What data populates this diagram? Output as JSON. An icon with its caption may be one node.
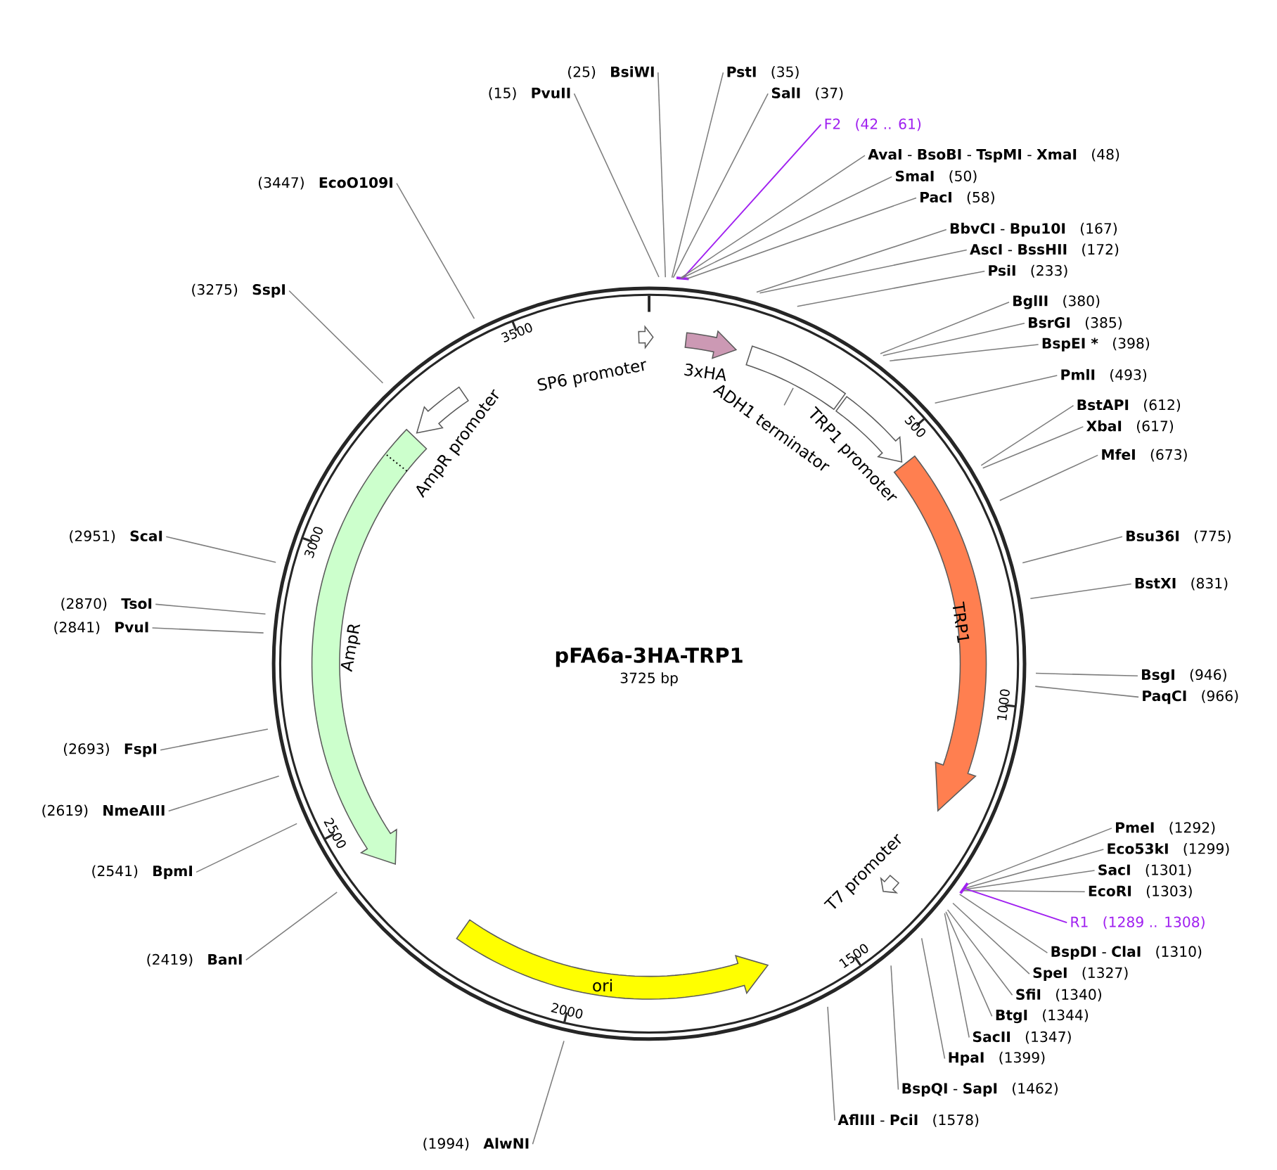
{
  "diagram": {
    "title": "pFA6a-3HA-TRP1",
    "nodes": [
      {
        "text": [
          "(15)",
          "PvuII"
        ]
      },
      {
        "text": [
          "(25)",
          "BsiWI"
        ]
      },
      {
        "text": [
          "PstI",
          "(35)"
        ]
      },
      {
        "text": [
          "SalI",
          "(37)"
        ]
      },
      {
        "text": [
          "F2",
          "(42 .. 61)"
        ]
      },
      {
        "text": [
          "**AvaI** - **BsoBI** - **TspMI** - **XmaI**",
          "(48)"
        ]
      },
      {
        "text": [
          "SmaI",
          "(50)"
        ]
      },
      {
        "text": [
          "PacI",
          "(58)"
        ]
      },
      {
        "text": [
          "**BbvCI** - **Bpu10I**",
          "(167)"
        ]
      },
      {
        "text": [
          "**AscI** - **BssHII**",
          "(172)"
        ]
      },
      {
        "text": [
          "PsiI",
          "(233)"
        ]
      },
      {
        "text": [
          "BglII",
          "(380)"
        ]
      },
      {
        "text": [
          "BsrGI",
          "(385)"
        ]
      },
      {
        "text": [
          "BspEI *",
          "(398)"
        ]
      },
      {
        "text": [
          "PmlI",
          "(493)"
        ]
      },
      {
        "text": [
          "BstAPI",
          "(612)"
        ]
      },
      {
        "text": [
          "XbaI",
          "(617)"
        ]
      },
      {
        "text": [
          "MfeI",
          "(673)"
        ]
      },
      {
        "text": [
          "Bsu36I",
          "(775)"
        ]
      },
      {
        "text": [
          "BstXI",
          "(831)"
        ]
      },
      {
        "text": [
          "BsgI",
          "(946)"
        ]
      },
      {
        "text": [
          "PaqCI",
          "(966)"
        ]
      },
      {
        "text": [
          "PmeI",
          "(1292)"
        ]
      },
      {
        "text": [
          "Eco53kI",
          "(1299)"
        ]
      },
      {
        "text": [
          "SacI",
          "(1301)"
        ]
      },
      {
        "text": [
          "EcoRI",
          "(1303)"
        ]
      },
      {
        "text": [
          "R1",
          "(1289 .. 1308)"
        ]
      },
      {
        "text": [
          "**BspDI** - **ClaI**",
          "(1310)"
        ]
      },
      {
        "text": [
          "SpeI",
          "(1327)"
        ]
      },
      {
        "text": [
          "SfiI",
          "(1340)"
        ]
      },
      {
        "text": [
          "BtgI",
          "(1344)"
        ]
      },
      {
        "text": [
          "SacII",
          "(1347)"
        ]
      },
      {
        "text": [
          "HpaI",
          "(1399)"
        ]
      },
      {
        "text": [
          "**BspQI** - **SapI**",
          "(1462)"
        ]
      },
      {
        "text": [
          "**AflIII** - **PciI**",
          "(1578)"
        ]
      },
      {
        "text": [
          "(1994)",
          "AlwNI"
        ]
      },
      {
        "text": [
          "(2419)",
          "BanI"
        ]
      },
      {
        "text": [
          "(2541)",
          "BpmI"
        ]
      },
      {
        "text": [
          "(2619)",
          "NmeAIII"
        ]
      },
      {
        "text": [
          "(2693)",
          "FspI"
        ]
      },
      {
        "text": [
          "(2841)",
          "PvuI"
        ]
      },
      {
        "text": [
          "(2870)",
          "TsoI"
        ]
      },
      {
        "text": [
          "(2951)",
          "ScaI"
        ]
      },
      {
        "text": [
          "(3275)",
          "SspI"
        ]
      },
      {
        "text": [
          "(3447)",
          "EcoO109I"
        ]
      },
      {
        "text": [
          "SP6 promoter"
        ]
      },
      {
        "text": [
          "3xHA"
        ]
      },
      {
        "text": [
          "ADH1 terminator"
        ]
      },
      {
        "text": [
          "TRP1 promoter"
        ]
      },
      {
        "text": [
          "TRP1"
        ]
      },
      {
        "text": [
          "T7 promoter"
        ]
      },
      {
        "text": [
          "ori"
        ]
      },
      {
        "text": [
          "AmpR"
        ]
      },
      {
        "text": [
          "AmpR promoter"
        ]
      }
    ],
    "edges": [
      {
        "from": 0,
        "to": null,
        "arrow": "none"
      },
      {
        "from": 1,
        "to": null,
        "arrow": "none"
      },
      {
        "from": 2,
        "to": null,
        "arrow": "none"
      },
      {
        "from": 3,
        "to": null,
        "arrow": "none"
      },
      {
        "from": 4,
        "to": null,
        "arrow": "none",
        "color": "#a020f0"
      },
      {
        "from": 5,
        "to": null,
        "arrow": "none"
      },
      {
        "from": 6,
        "to": null,
        "arrow": "none"
      },
      {
        "from": 7,
        "to": null,
        "arrow": "none"
      },
      {
        "from": 8,
        "to": null,
        "arrow": "none"
      },
      {
        "from": 9,
        "to": null,
        "arrow": "none"
      },
      {
        "from": 10,
        "to": null,
        "arrow": "none"
      },
      {
        "from": 11,
        "to": null,
        "arrow": "none"
      },
      {
        "from": 12,
        "to": null,
        "arrow": "none"
      },
      {
        "from": 13,
        "to": null,
        "arrow": "none"
      },
      {
        "from": 14,
        "to": null,
        "arrow": "none"
      },
      {
        "from": 15,
        "to": null,
        "arrow": "none"
      },
      {
        "from": 16,
        "to": null,
        "arrow": "none"
      },
      {
        "from": 17,
        "to": null,
        "arrow": "none"
      },
      {
        "from": 18,
        "to": null,
        "arrow": "none"
      },
      {
        "from": 19,
        "to": null,
        "arrow": "none"
      },
      {
        "from": 20,
        "to": null,
        "arrow": "none"
      },
      {
        "from": 21,
        "to": null,
        "arrow": "none"
      },
      {
        "from": 22,
        "to": null,
        "arrow": "none"
      },
      {
        "from": 23,
        "to": null,
        "arrow": "none"
      },
      {
        "from": 24,
        "to": null,
        "arrow": "none"
      },
      {
        "from": 25,
        "to": null,
        "arrow": "none"
      },
      {
        "from": 26,
        "to": null,
        "arrow": "none",
        "color": "#a020f0"
      },
      {
        "from": 27,
        "to": null,
        "arrow": "none"
      },
      {
        "from": 28,
        "to": null,
        "arrow": "none"
      },
      {
        "from": 29,
        "to": null,
        "arrow": "none"
      },
      {
        "from": 30,
        "to": null,
        "arrow": "none"
      },
      {
        "from": 31,
        "to": null,
        "arrow": "none"
      },
      {
        "from": 32,
        "to": null,
        "arrow": "none"
      },
      {
        "from": 33,
        "to": null,
        "arrow": "none"
      },
      {
        "from": 34,
        "to": null,
        "arrow": "none"
      },
      {
        "from": 35,
        "to": null,
        "arrow": "none"
      },
      {
        "from": 36,
        "to": null,
        "arrow": "none"
      },
      {
        "from": 37,
        "to": null,
        "arrow": "none"
      },
      {
        "from": 38,
        "to": null,
        "arrow": "none"
      },
      {
        "from": 39,
        "to": null,
        "arrow": "none"
      },
      {
        "from": 40,
        "to": null,
        "arrow": "none"
      },
      {
        "from": 41,
        "to": null,
        "arrow": "none"
      },
      {
        "from": 42,
        "to": null,
        "arrow": "none"
      },
      {
        "from": 43,
        "to": null,
        "arrow": "none"
      },
      {
        "from": 44,
        "to": null,
        "arrow": "none"
      }
    ],
    "labels": [
      "500",
      "1000",
      "1500",
      "2000",
      "2500",
      "3000",
      "3500",
      "3725 bp"
    ]
  }
}
